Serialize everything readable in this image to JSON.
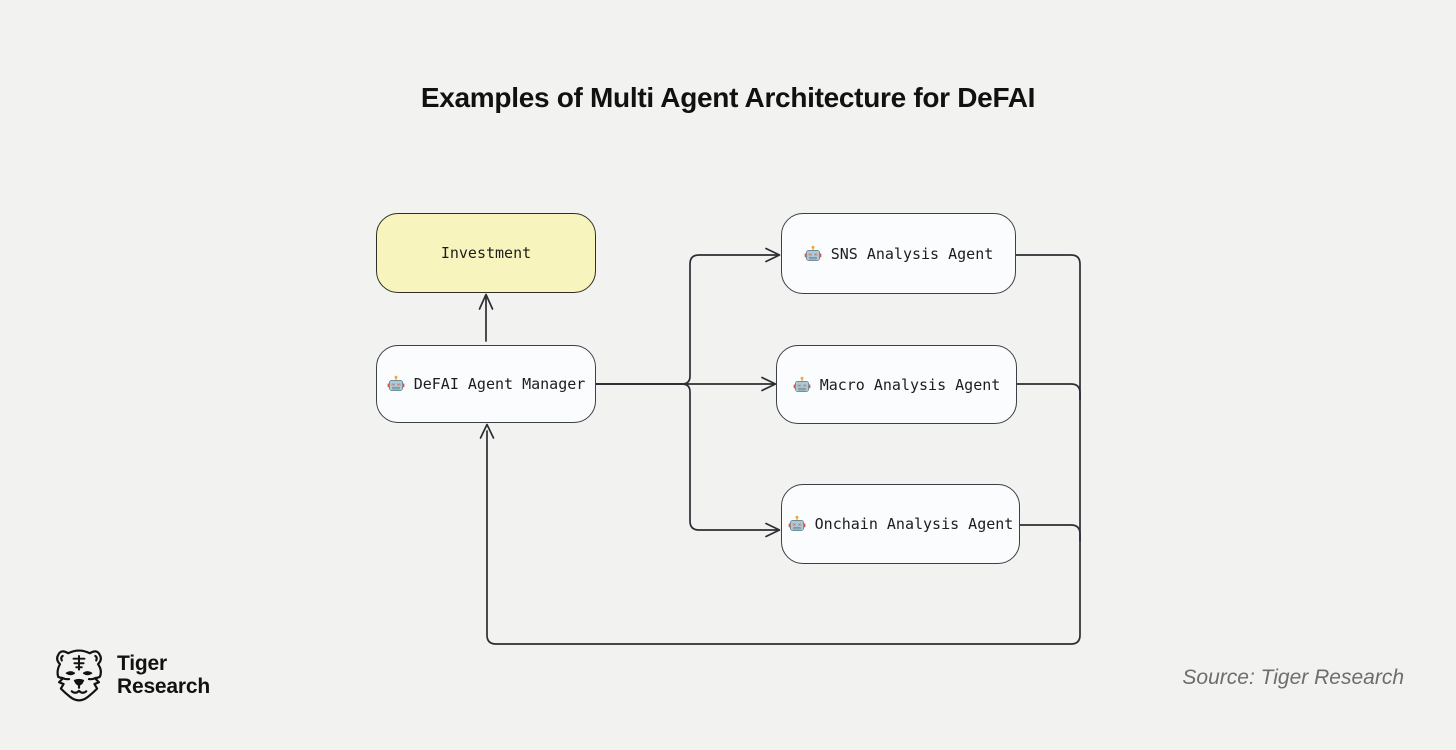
{
  "title": "Examples of Multi Agent Architecture for DeFAI",
  "diagram": {
    "nodes": {
      "investment": {
        "label": "Investment",
        "icon": null,
        "fill": "#f7f5bd"
      },
      "manager": {
        "label": "DeFAI Agent Manager",
        "icon": "robot-icon",
        "fill": "#fbfcfd"
      },
      "sns": {
        "label": "SNS Analysis Agent",
        "icon": "robot-icon",
        "fill": "#fbfcfd"
      },
      "macro": {
        "label": "Macro Analysis Agent",
        "icon": "robot-icon",
        "fill": "#fbfcfd"
      },
      "onchain": {
        "label": "Onchain Analysis Agent",
        "icon": "robot-icon",
        "fill": "#fbfcfd"
      }
    },
    "edges": [
      {
        "from": "manager",
        "to": "investment"
      },
      {
        "from": "manager",
        "to": "sns"
      },
      {
        "from": "manager",
        "to": "macro"
      },
      {
        "from": "manager",
        "to": "onchain"
      },
      {
        "from": "sns",
        "to": "manager"
      },
      {
        "from": "macro",
        "to": "manager"
      },
      {
        "from": "onchain",
        "to": "manager"
      }
    ],
    "colors": {
      "background": "#f2f2f0",
      "node_fill": "#fbfcfd",
      "highlight_fill": "#f7f5bd",
      "node_stroke": "#3b4046",
      "line": "#2b2e33",
      "title_text": "#111111",
      "source_text": "#6d6d6d"
    }
  },
  "footer": {
    "logo_line1": "Tiger",
    "logo_line2": "Research",
    "source": "Source: Tiger Research"
  }
}
